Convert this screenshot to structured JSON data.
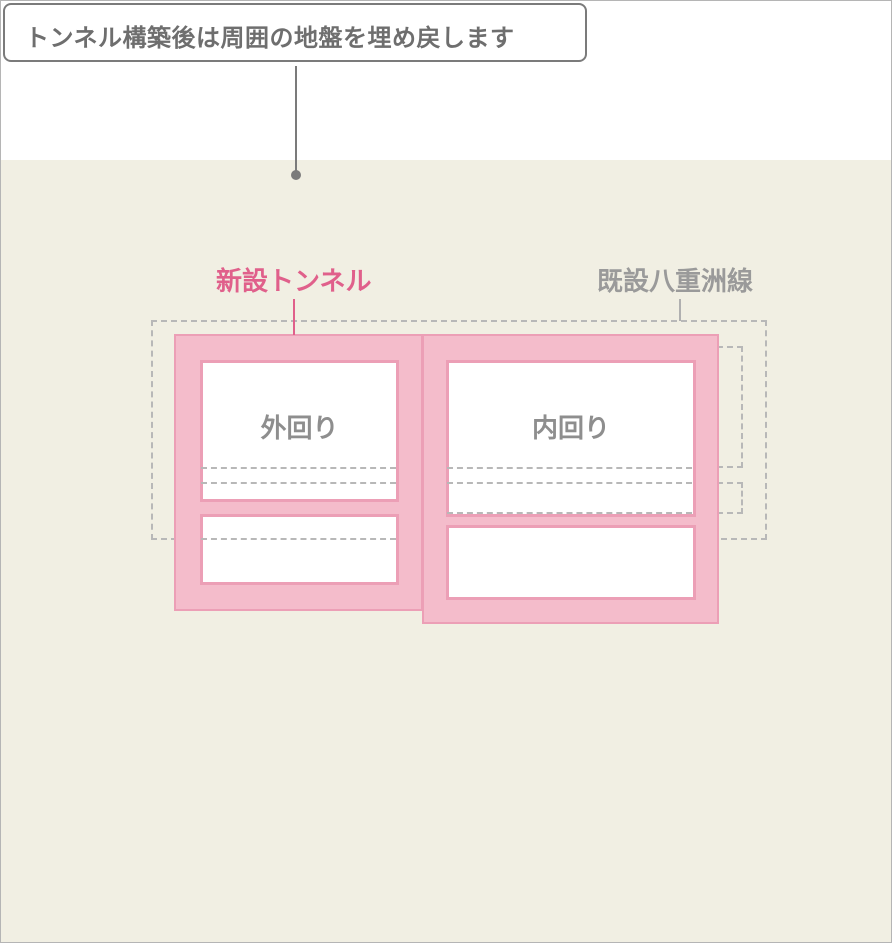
{
  "callout": {
    "text": "トンネル構築後は周囲の地盤を埋め戻します"
  },
  "labels": {
    "new_tunnel": "新設トンネル",
    "existing_line": "既設八重洲線"
  },
  "rooms": {
    "outer": "外回り",
    "inner": "内回り"
  },
  "colors": {
    "ground": "#f1efe3",
    "tunnel_fill": "#f4bccb",
    "tunnel_border": "#ec9fb6",
    "new_label": "#e0608b",
    "existing_label": "#9a9a9a",
    "callout_border": "#7b7b7b"
  }
}
